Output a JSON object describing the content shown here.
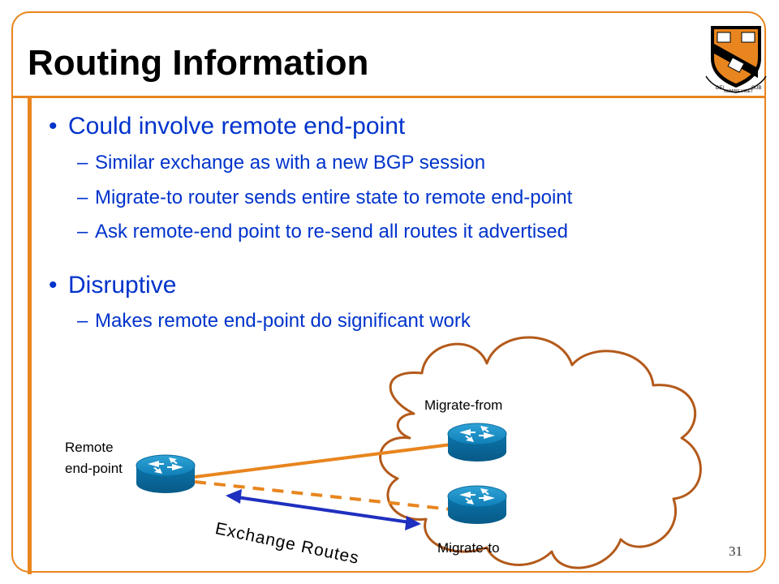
{
  "slide": {
    "title": "Routing Information",
    "page_number": "31",
    "accent_color": "#E8851E",
    "text_color": "#0033CC"
  },
  "bullets": [
    {
      "text": "Could involve remote end-point",
      "subs": [
        "Similar exchange as with a new BGP session",
        "Migrate-to router sends entire state to remote end-point",
        "Ask remote-end point to re-send all routes it advertised"
      ]
    },
    {
      "text": "Disruptive",
      "subs": [
        "Makes remote end-point do significant work"
      ]
    }
  ],
  "diagram": {
    "remote_label_line1": "Remote",
    "remote_label_line2": "end-point",
    "migrate_from_label": "Migrate-from",
    "migrate_to_label": "Migrate-to",
    "exchange_label": "Exchange Routes",
    "router_icon": "router-icon",
    "cloud_icon": "cloud-icon"
  },
  "logo": {
    "icon": "princeton-shield-icon",
    "text_top_left": "DEI",
    "text_top_right": "SUB",
    "text_bottom": "NUMINE VIGET"
  }
}
